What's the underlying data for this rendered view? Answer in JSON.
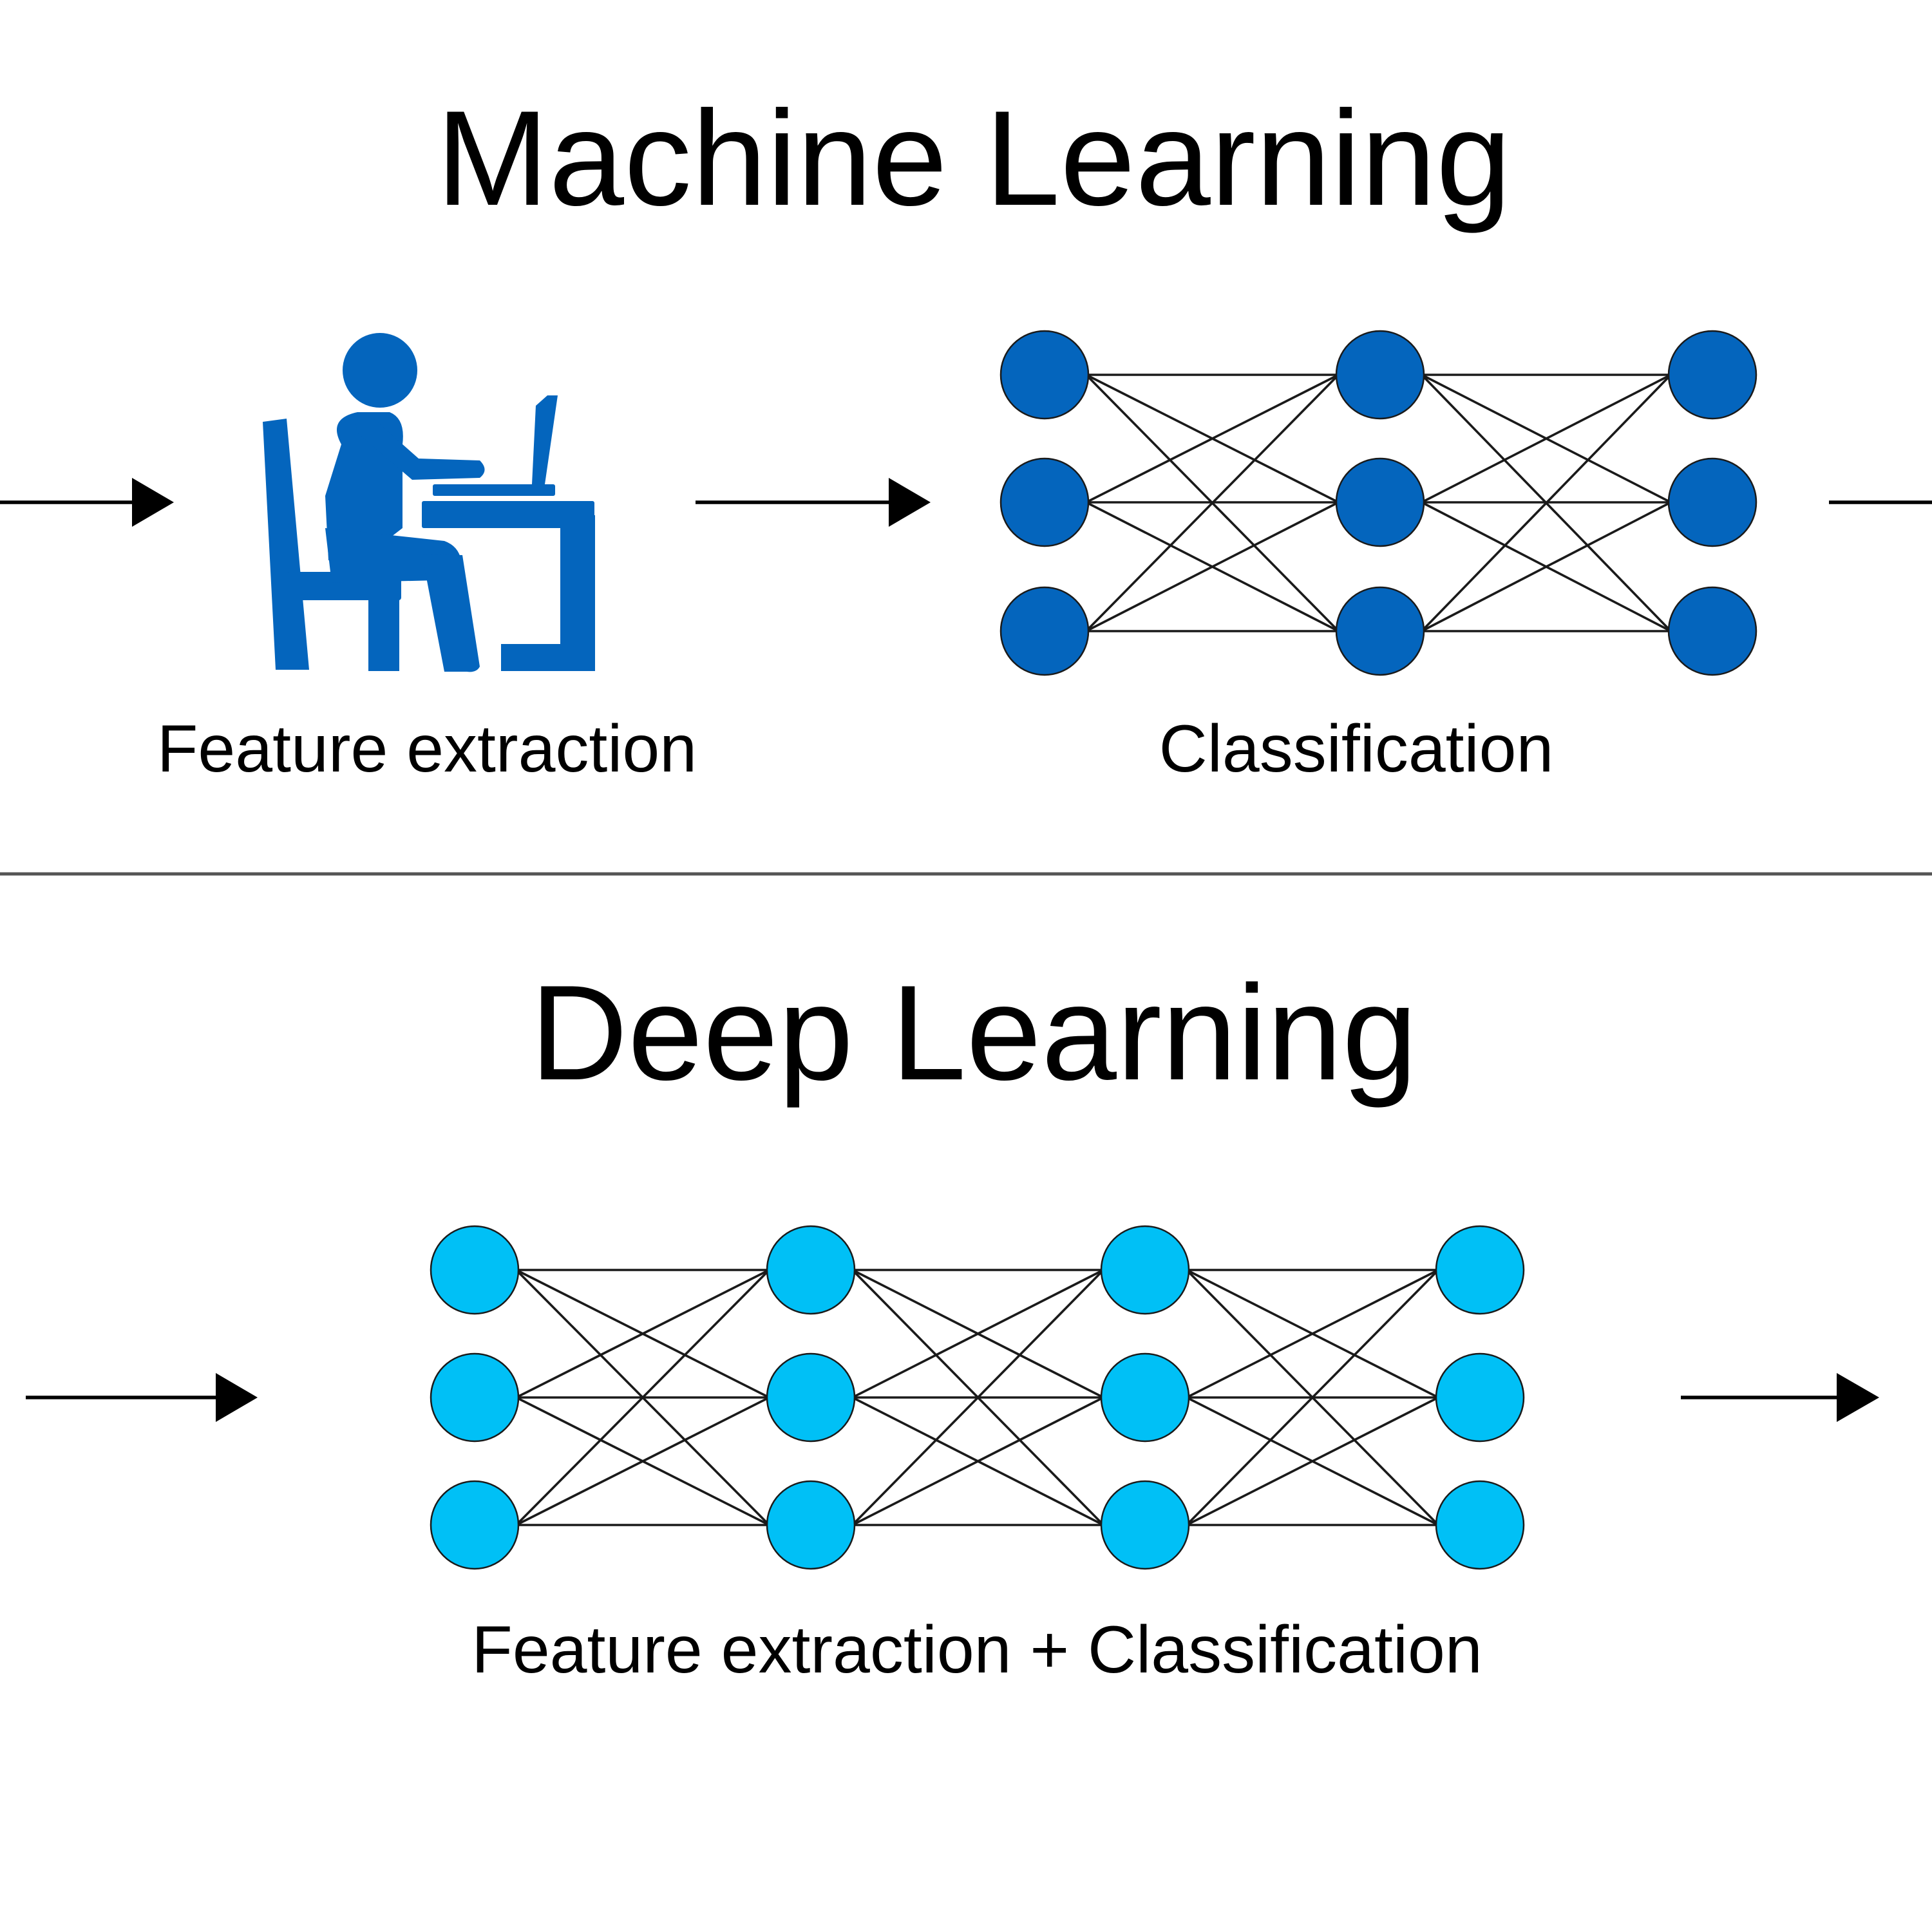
{
  "machine_learning": {
    "title": "Machine Learning",
    "feature_label": "Feature extraction",
    "classification_label": "Classification",
    "person_icon": "person-at-desk-with-laptop-icon",
    "network_layers": [
      3,
      3,
      3
    ]
  },
  "deep_learning": {
    "title": "Deep Learning",
    "label": "Feature extraction + Classification",
    "network_layers": [
      3,
      3,
      3,
      3
    ]
  },
  "colors": {
    "ml_blue": "#0465bd",
    "dl_cyan": "#00c0f6",
    "divider": "#555555",
    "text": "#000000"
  }
}
